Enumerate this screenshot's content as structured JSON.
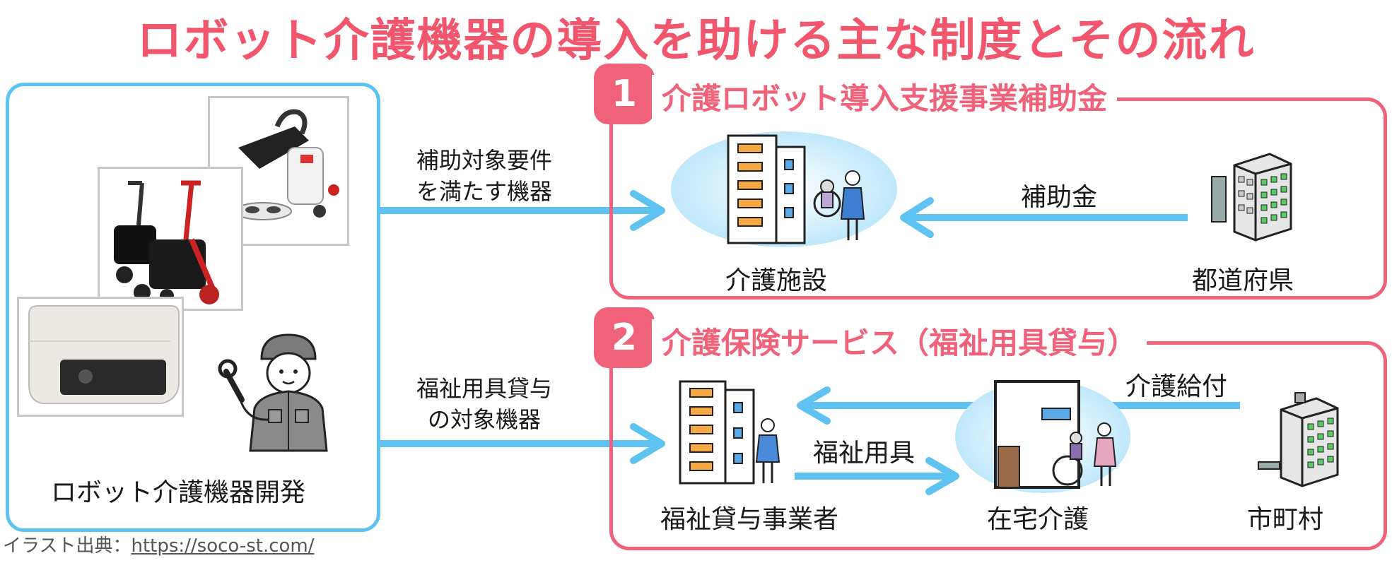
{
  "title": "ロボット介護機器の導入を助ける主な制度とその流れ",
  "left_panel": {
    "label": "ロボット介護機器開発"
  },
  "arrows": {
    "top_label_line1": "補助対象要件",
    "top_label_line2": "を満たす機器",
    "bottom_label_line1": "福祉用具貸与",
    "bottom_label_line2": "の対象機器"
  },
  "section1": {
    "number": "1",
    "title": "介護ロボット導入支援事業補助金",
    "facility_label": "介護施設",
    "prefecture_label": "都道府県",
    "flow_label": "補助金"
  },
  "section2": {
    "number": "2",
    "title": "介護保険サービス（福祉用具貸与）",
    "provider_label": "福祉貸与事業者",
    "home_label": "在宅介護",
    "municipality_label": "市町村",
    "benefit_label": "介護給付",
    "equipment_label": "福祉用具"
  },
  "credit": {
    "prefix": "イラスト出典：",
    "url": "https://soco-st.com/"
  },
  "colors": {
    "title": "#f2566d",
    "section_accent": "#f0627a",
    "dev_border": "#5ec3f0",
    "arrow": "#5ec3f0"
  }
}
